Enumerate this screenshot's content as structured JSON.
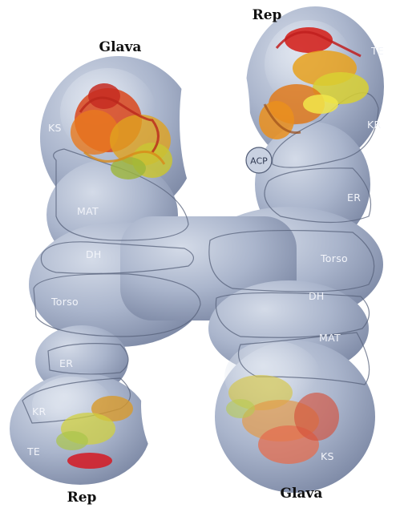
{
  "titles": {
    "top_left": "Glava",
    "top_right": "Rep",
    "bottom_left": "Rep",
    "bottom_right": "Glava"
  },
  "domains": {
    "tl_ks": "KS",
    "tl_mat": "MAT",
    "tl_dh": "DH",
    "tl_torso": "Torso",
    "tr_te": "TE",
    "tr_kr": "KR",
    "tr_acp": "ACP",
    "tr_er": "ER",
    "br_torso": "Torso",
    "br_dh": "DH",
    "br_mat": "MAT",
    "br_ks": "KS",
    "bl_er": "ER",
    "bl_kr": "KR",
    "bl_te": "TE"
  },
  "colors": {
    "body_fill": "#aeb9cf",
    "body_shadow": "#7d89a5",
    "label_fill": "#f2f4fa",
    "title_fill": "#111111"
  }
}
